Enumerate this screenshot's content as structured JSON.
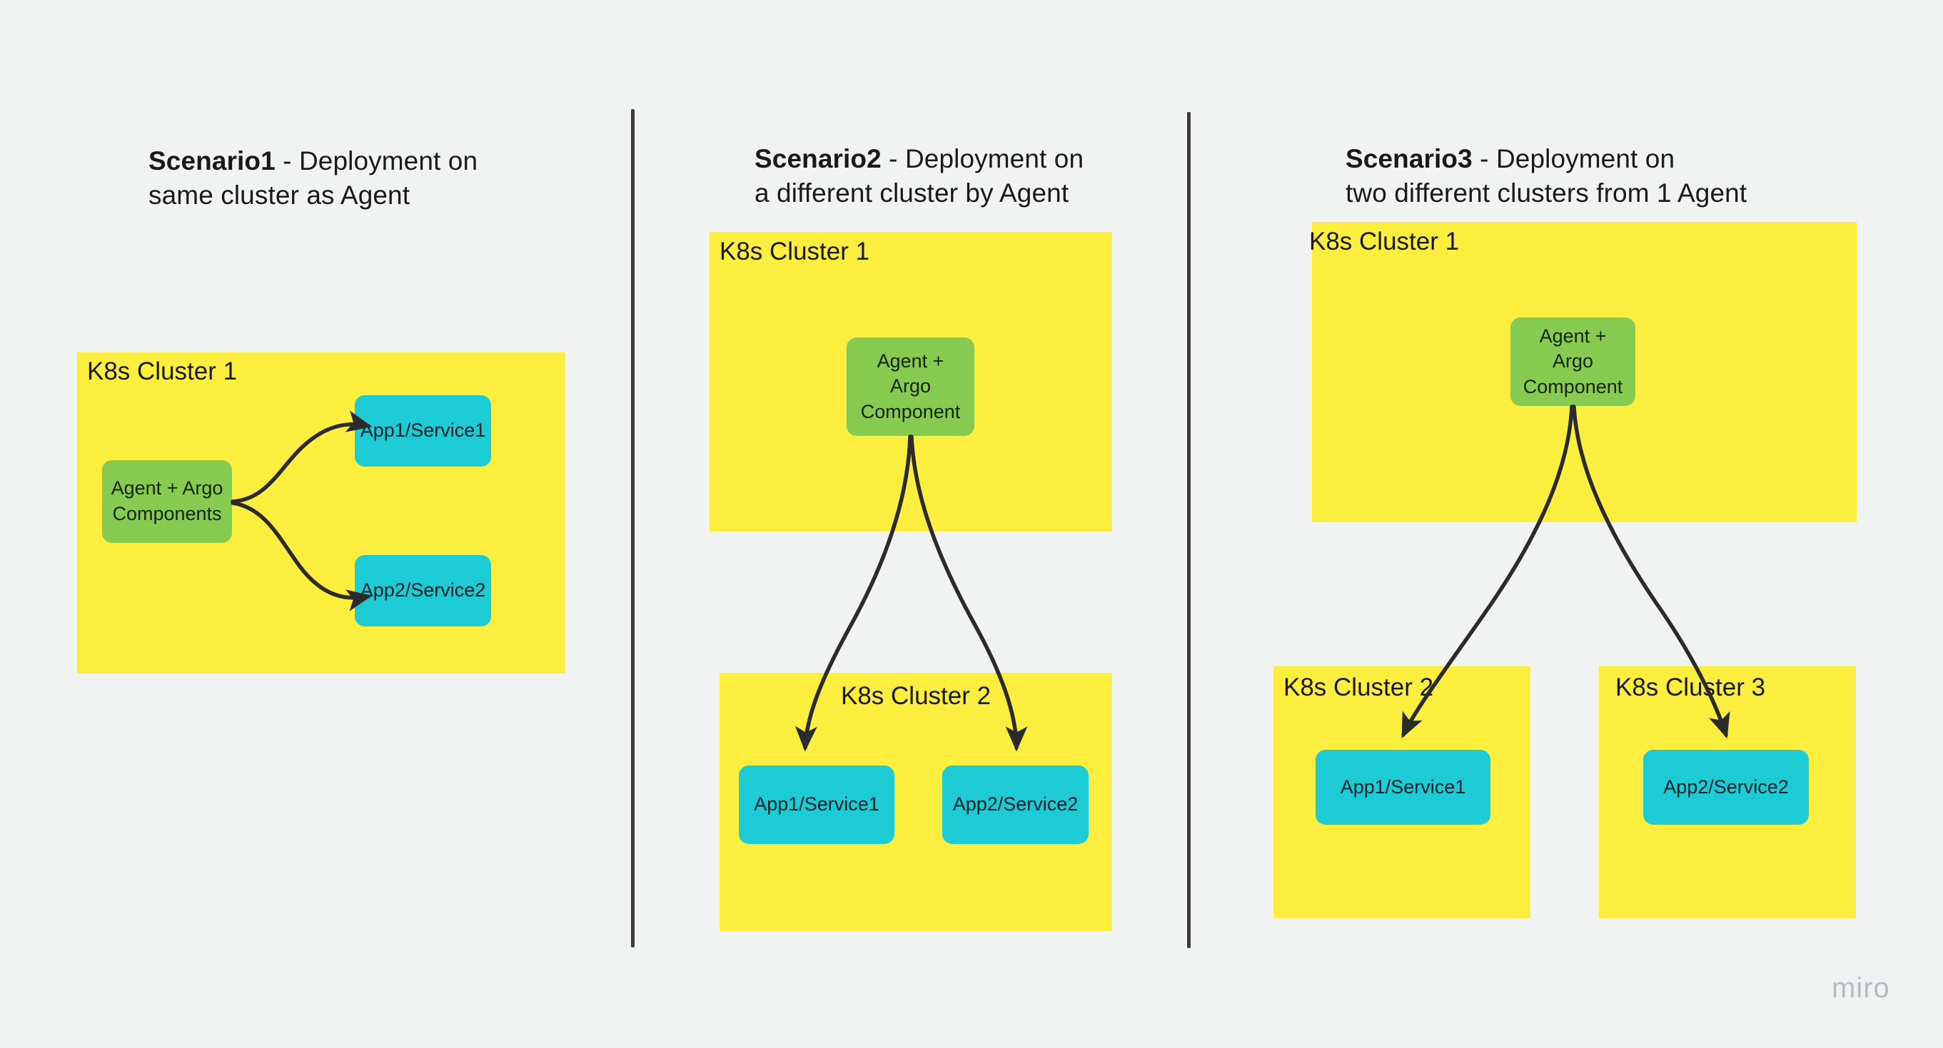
{
  "board": {
    "background_color": "#f1f2f2",
    "watermark": "miro"
  },
  "palette": {
    "cluster_yellow": "#fbee3f",
    "agent_green": "#86ca4f",
    "app_cyan": "#1ccbd4",
    "text_dark": "#1a1a1a",
    "divider_gray": "#3b3b3b",
    "watermark_gray": "#b9bac4"
  },
  "scenarios": [
    {
      "id": "scenario1",
      "title_strong": "Scenario1",
      "title_rest": " - Deployment on\nsame cluster as Agent",
      "clusters": [
        {
          "id": "s1-cluster1",
          "label": "K8s Cluster 1"
        }
      ],
      "nodes": [
        {
          "id": "s1-agent",
          "label": "Agent + Argo\nComponents",
          "kind": "agent"
        },
        {
          "id": "s1-app1",
          "label": "App1/Service1",
          "kind": "app"
        },
        {
          "id": "s1-app2",
          "label": "App2/Service2",
          "kind": "app"
        }
      ],
      "edges": [
        {
          "from": "s1-agent",
          "to": "s1-app1"
        },
        {
          "from": "s1-agent",
          "to": "s1-app2"
        }
      ]
    },
    {
      "id": "scenario2",
      "title_strong": "Scenario2",
      "title_rest": " - Deployment on\na different cluster by Agent",
      "clusters": [
        {
          "id": "s2-cluster1",
          "label": "K8s Cluster 1"
        },
        {
          "id": "s2-cluster2",
          "label": "K8s Cluster 2"
        }
      ],
      "nodes": [
        {
          "id": "s2-agent",
          "label": "Agent +\nArgo\nComponent",
          "kind": "agent"
        },
        {
          "id": "s2-app1",
          "label": "App1/Service1",
          "kind": "app"
        },
        {
          "id": "s2-app2",
          "label": "App2/Service2",
          "kind": "app"
        }
      ],
      "edges": [
        {
          "from": "s2-agent",
          "to": "s2-app1"
        },
        {
          "from": "s2-agent",
          "to": "s2-app2"
        }
      ]
    },
    {
      "id": "scenario3",
      "title_strong": "Scenario3",
      "title_rest": " - Deployment on\ntwo different clusters from 1 Agent",
      "clusters": [
        {
          "id": "s3-cluster1",
          "label": "K8s Cluster 1"
        },
        {
          "id": "s3-cluster2",
          "label": "K8s Cluster 2"
        },
        {
          "id": "s3-cluster3",
          "label": "K8s Cluster 3"
        }
      ],
      "nodes": [
        {
          "id": "s3-agent",
          "label": "Agent +\nArgo\nComponent",
          "kind": "agent"
        },
        {
          "id": "s3-app1",
          "label": "App1/Service1",
          "kind": "app"
        },
        {
          "id": "s3-app2",
          "label": "App2/Service2",
          "kind": "app"
        }
      ],
      "edges": [
        {
          "from": "s3-agent",
          "to": "s3-app1"
        },
        {
          "from": "s3-agent",
          "to": "s3-app2"
        }
      ]
    }
  ]
}
